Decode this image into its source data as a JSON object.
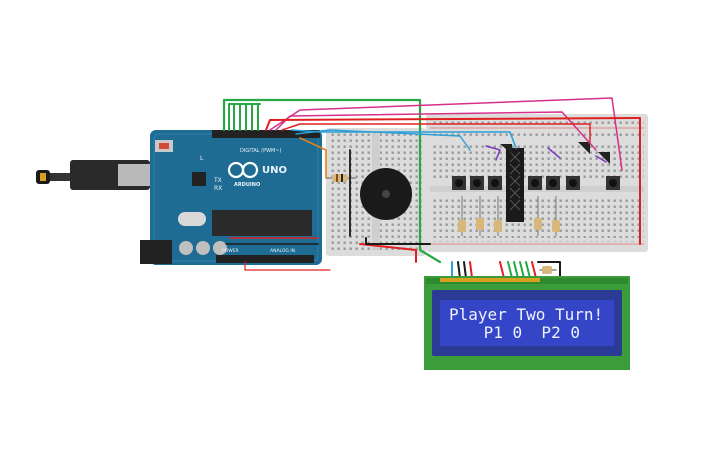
{
  "arduino": {
    "brand": "ARDUINO",
    "model": "UNO",
    "digital_label": "DIGITAL (PWM~)",
    "power_label": "POWER",
    "analog_label": "ANALOG IN",
    "led_tx": "TX",
    "led_rx": "RX",
    "led_l": "L"
  },
  "lcd": {
    "line1": "Player Two Turn!",
    "line2": " P1 0  P2 0 "
  },
  "colors": {
    "board": "#1e6b94",
    "breadboard": "#dcdcdc",
    "lcd_pcb": "#3a9d3a",
    "lcd_screen": "#3545c8",
    "wire_green": "#28a745",
    "wire_red": "#e02020",
    "wire_black": "#1a1a1a",
    "wire_blue": "#2a9fd8",
    "wire_magenta": "#d6308a",
    "wire_purple": "#7a3cc0",
    "wire_orange": "#e0801a"
  }
}
